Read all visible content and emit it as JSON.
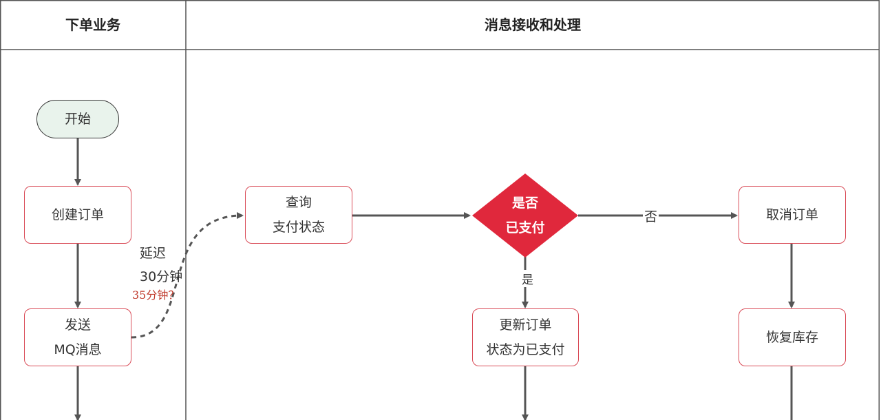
{
  "lanes": {
    "left_title": "下单业务",
    "right_title": "消息接收和处理"
  },
  "nodes": {
    "start": "开始",
    "create_order": "创建订单",
    "send_mq": [
      "发送",
      "MQ消息"
    ],
    "query_payment": [
      "查询",
      "支付状态"
    ],
    "decision": [
      "是否",
      "已支付"
    ],
    "cancel_order": "取消订单",
    "update_order": [
      "更新订单",
      "状态为已支付"
    ],
    "restore_stock": "恢复库存"
  },
  "edges": {
    "no_label": "否",
    "yes_label": "是",
    "delay_lines": [
      "延迟",
      "30分钟"
    ]
  },
  "annotation": "35分钟？",
  "colors": {
    "decision_fill": "#e0283c",
    "process_border": "#d94b57",
    "start_fill": "#e9f3ec",
    "arrow": "#555555",
    "annotation": "#c0392b"
  }
}
